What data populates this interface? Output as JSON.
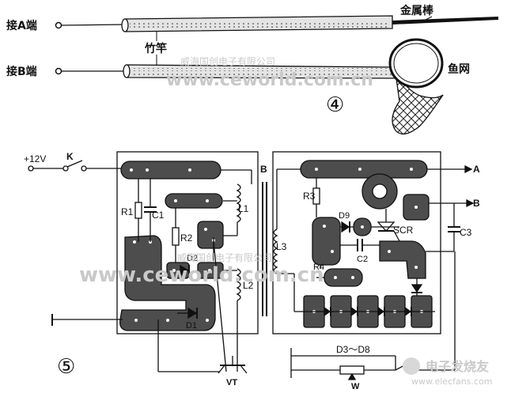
{
  "figure_top": {
    "terminal_a": "接A端",
    "terminal_b": "接B端",
    "metal_rod": "金属棒",
    "bamboo_pole": "竹竿",
    "fish_net": "鱼网",
    "figure_number": "④"
  },
  "figure_bottom": {
    "supply": "+12V",
    "switch": "K",
    "transformer": "B",
    "output_a": "A",
    "output_b": "B",
    "r1": "R1",
    "c1": "C1",
    "r2": "R2",
    "d2": "D2",
    "d1": "D1",
    "l1": "L1",
    "l2": "L2",
    "l3": "L3",
    "r3": "R3",
    "d9": "D9",
    "scr": "SCR",
    "c2": "C2",
    "c3": "C3",
    "r4": "R4",
    "diodes": "D3～D8",
    "pot": "W",
    "transistor": "VT",
    "figure_number": "⑤"
  },
  "watermarks": {
    "cn_text": "威海国创电子有限公司",
    "url": "www.ceworld.com.cn",
    "site_cn": "电子发烧友",
    "site_url": "www.elecfans.com"
  },
  "colors": {
    "ink": "#111111",
    "pad_fill": "#4d4d4d",
    "watermark": "#c9c9c9"
  }
}
